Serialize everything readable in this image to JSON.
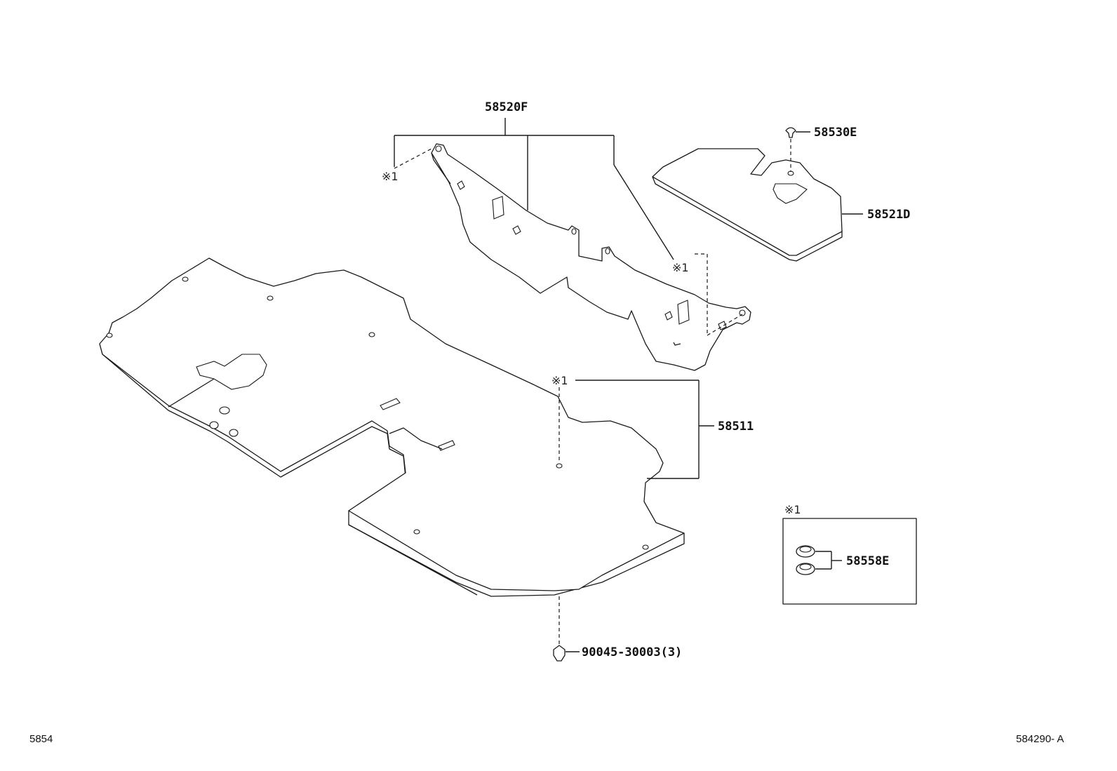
{
  "labels": {
    "panel_upper": "58520F",
    "screw": "58530E",
    "mat_right": "58521D",
    "mat_main": "58511",
    "grommet": "58558E",
    "clip": "90045-30003(3)"
  },
  "refs": {
    "upper_left": "※1",
    "upper_right": "※1",
    "main": "※1",
    "inset": "※1"
  },
  "footer": {
    "left_code": "5854",
    "right_code": "584290- A"
  }
}
